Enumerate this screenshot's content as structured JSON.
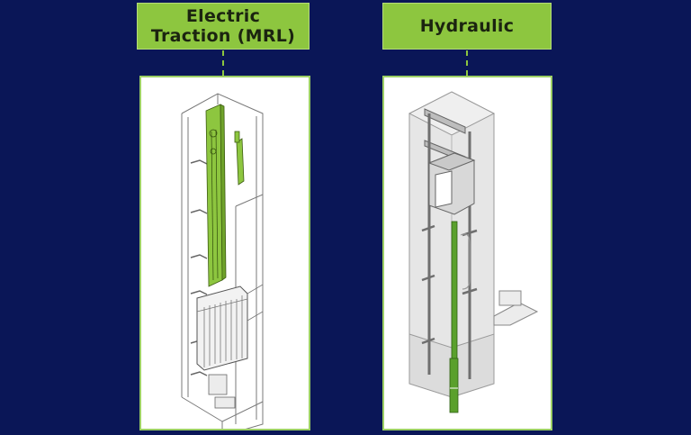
{
  "colors": {
    "background": "#0a1657",
    "accent_green": "#8dc63f",
    "label_text": "#1b2410",
    "panel_bg": "#ffffff",
    "drawing_line": "#6b6b6b",
    "shaft_fill": "#e4e4e4"
  },
  "diagram": {
    "columns": [
      {
        "title_line1": "Electric",
        "title_line2": "Traction (MRL)",
        "illustration": "Isometric line drawing of a machine-room-less traction elevator shaft with green-highlighted guide rail / counterweight assembly and car at bottom"
      },
      {
        "title": "Hydraulic",
        "illustration": "Isometric drawing of a hydraulic elevator shaft with car near top, green hydraulic piston/cylinder running down into pit, and pump unit at side"
      }
    ]
  }
}
